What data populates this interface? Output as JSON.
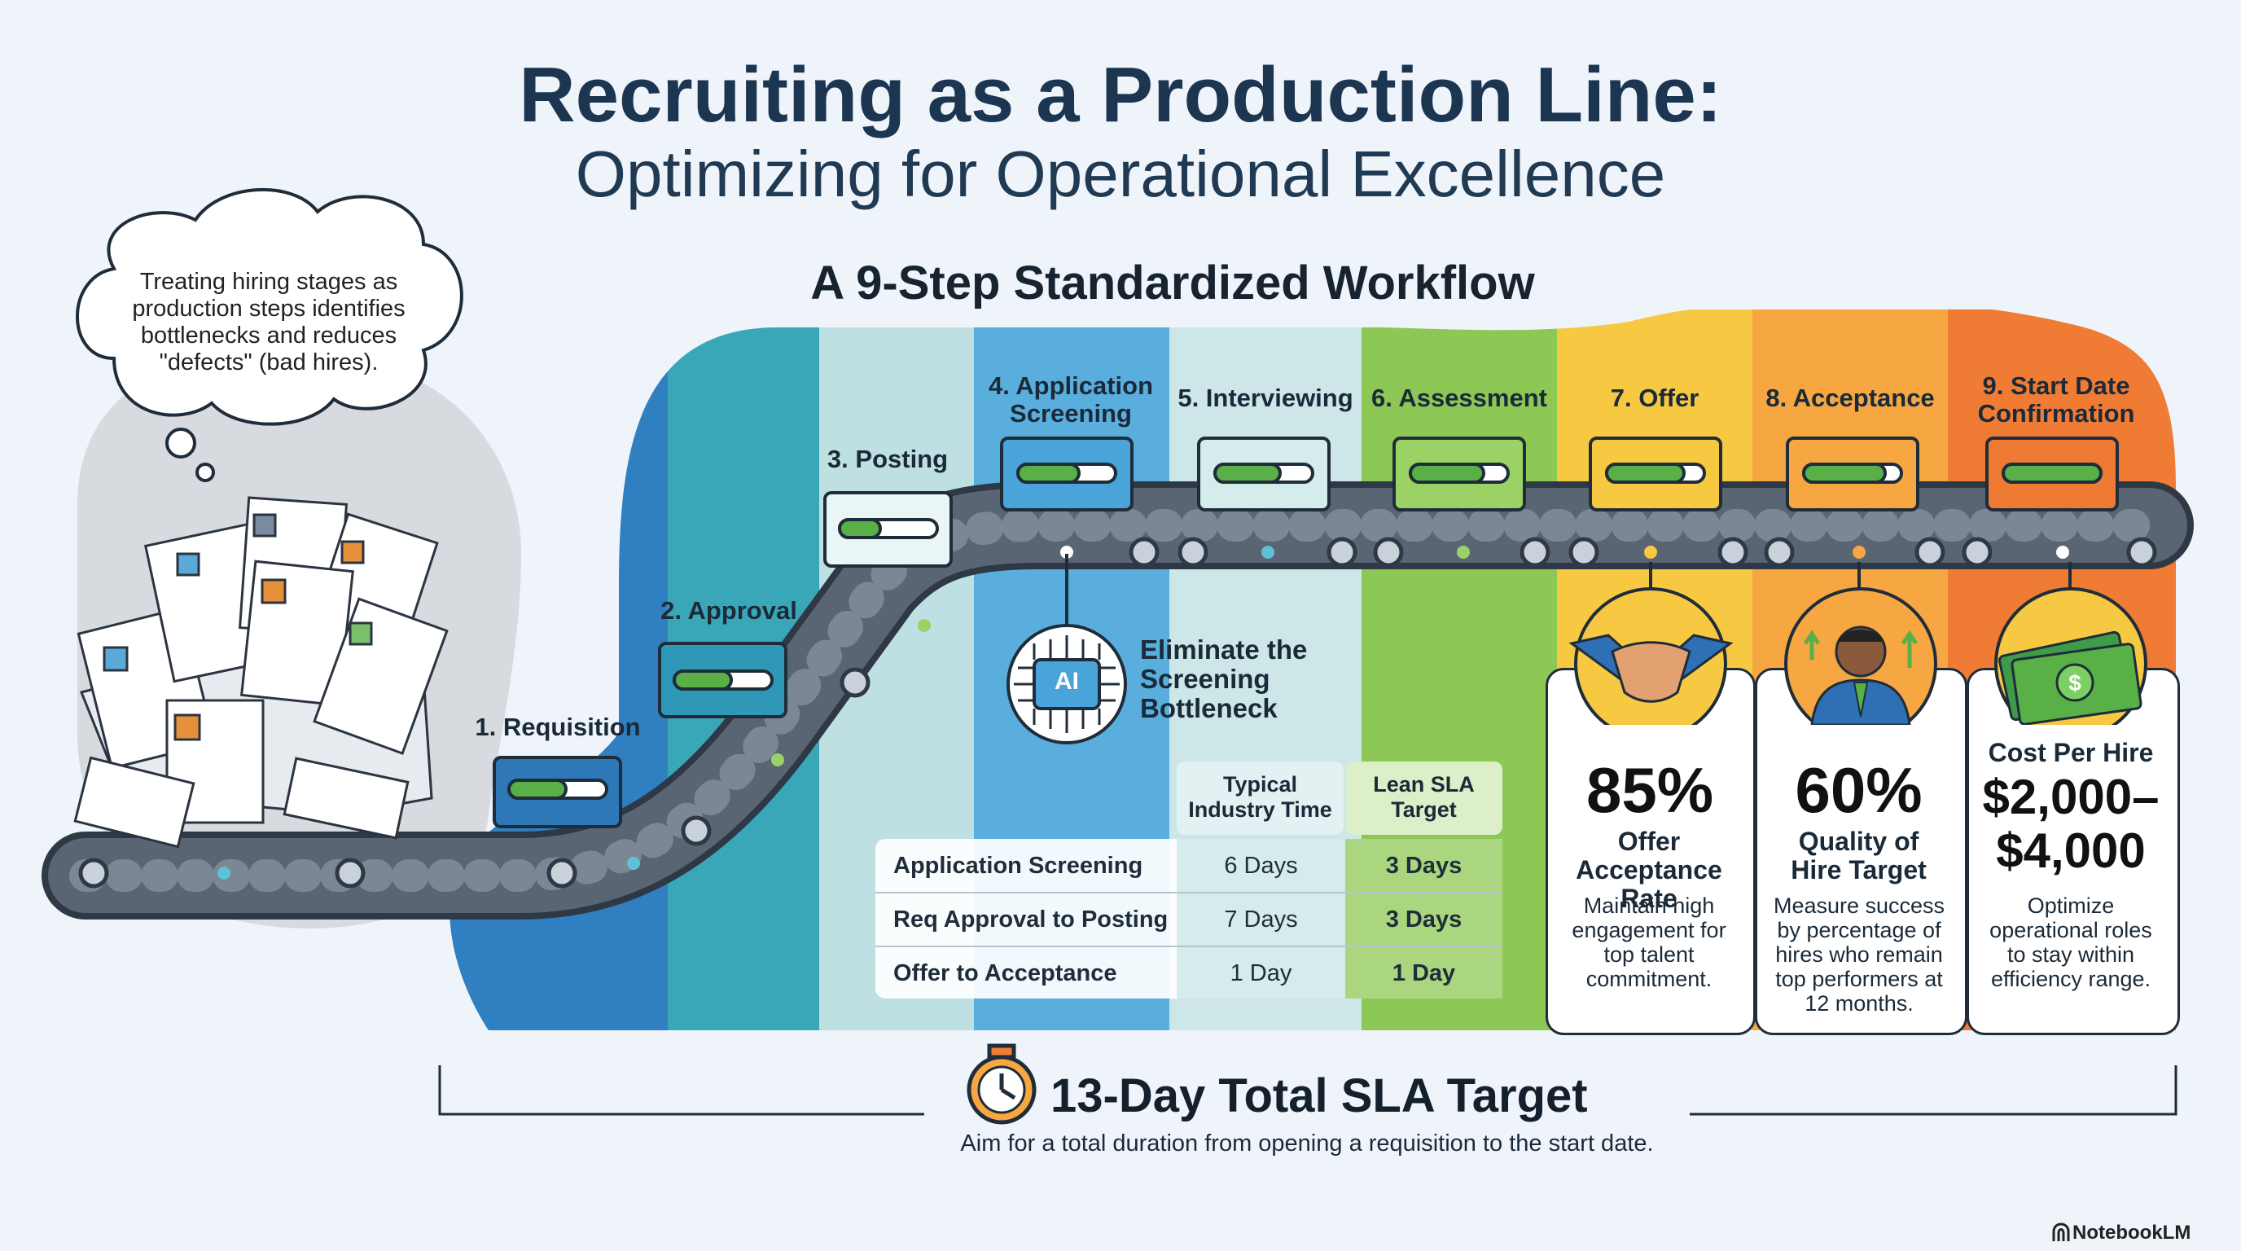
{
  "header": {
    "title": "Recruiting as a Production Line:",
    "subtitle": "Optimizing for Operational Excellence"
  },
  "workflow": {
    "heading": "A 9-Step Standardized Workflow",
    "steps": [
      {
        "label": "1. Requisition",
        "color": "#2f7fc1"
      },
      {
        "label": "2. Approval",
        "color": "#2f9fb8"
      },
      {
        "label": "3. Posting",
        "color": "#e9f3f4"
      },
      {
        "label": "4. Application Screening",
        "color": "#4aa3d9"
      },
      {
        "label": "5. Interviewing",
        "color": "#d5ecec"
      },
      {
        "label": "6. Assessment",
        "color": "#8cc654"
      },
      {
        "label": "7. Offer",
        "color": "#f7c640"
      },
      {
        "label": "8. Acceptance",
        "color": "#f6a43c"
      },
      {
        "label": "9. Start Date Confirmation",
        "color": "#f07a33"
      }
    ]
  },
  "thought_bubble": {
    "text": "Treating hiring stages as production steps identifies bottlenecks and reduces \"defects\" (bad hires)."
  },
  "ai_callout": {
    "badge": "AI",
    "text": "Eliminate the Screening Bottleneck"
  },
  "comparison_table": {
    "columns": [
      "Typical Industry Time",
      "Lean SLA Target"
    ],
    "rows": [
      {
        "stage": "Application Screening",
        "typical": "6 Days",
        "target": "3 Days"
      },
      {
        "stage": "Req Approval to Posting",
        "typical": "7 Days",
        "target": "3 Days"
      },
      {
        "stage": "Offer to Acceptance",
        "typical": "1 Day",
        "target": "1 Day"
      }
    ]
  },
  "metrics": [
    {
      "value": "85%",
      "label": "Offer Acceptance Rate",
      "description": "Maintain high engagement for top talent commitment.",
      "icon": "handshake-icon"
    },
    {
      "value": "60%",
      "label": "Quality of Hire Target",
      "description": "Measure success by percentage of hires who remain top performers at 12 months.",
      "icon": "top-performer-icon"
    },
    {
      "value": "$2,000–$4,000",
      "label": "Cost Per Hire",
      "description": "Optimize operational roles to stay within efficiency range.",
      "icon": "money-icon"
    }
  ],
  "sla": {
    "title": "13-Day Total SLA Target",
    "description": "Aim for a total duration from opening a requisition to the start date."
  },
  "brand": "NotebookLM",
  "colors": {
    "navy": "#1c3550",
    "belt": "#4a5564",
    "bar_green": "#58b047"
  }
}
